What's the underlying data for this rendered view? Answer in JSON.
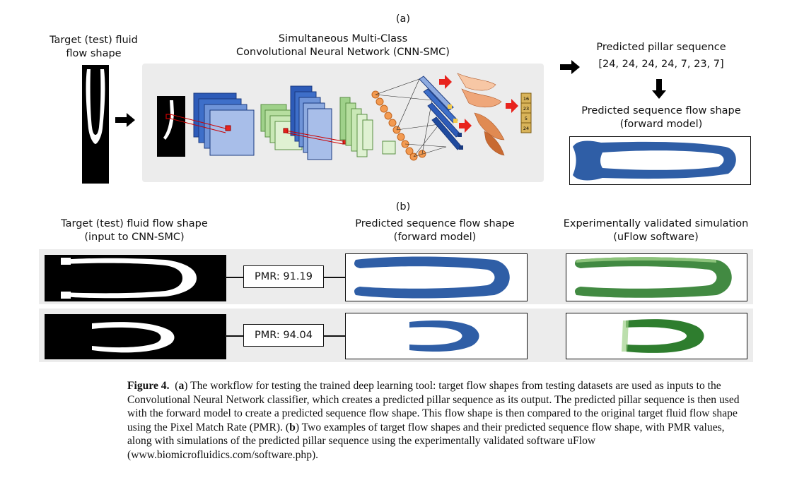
{
  "panel_a": {
    "letter": "(a)",
    "target_label_1": "Target (test) fluid",
    "target_label_2": "flow shape",
    "cnn_title_1": "Simultaneous Multi-Class",
    "cnn_title_2": "Convolutional Neural Network (CNN-SMC)",
    "pred_seq_title": "Predicted pillar sequence",
    "pred_seq_value": "[24, 24, 24, 24, 7, 23, 7]",
    "pred_flow_title_1": "Predicted sequence flow shape",
    "pred_flow_title_2": "(forward model)",
    "stack_labels": [
      "16",
      "23",
      "5",
      "24"
    ]
  },
  "panel_b": {
    "letter": "(b)",
    "col1_title_1": "Target (test) fluid flow shape",
    "col1_title_2": "(input to CNN-SMC)",
    "col2_title_1": "Predicted sequence flow shape",
    "col2_title_2": "(forward model)",
    "col3_title_1": "Experimentally validated simulation",
    "col3_title_2": "(uFlow software)",
    "rows": [
      {
        "pmr": "PMR: 91.19"
      },
      {
        "pmr": "PMR: 94.04"
      }
    ]
  },
  "caption": {
    "figure_label": "Figure 4.",
    "a_label": "a",
    "a_text": "The workflow for testing the trained deep learning tool: target flow shapes from testing datasets are used as inputs to the Convolutional Neural Network classifier, which creates a predicted pillar sequence as its output. The predicted pillar sequence is then used with the forward model to create a predicted sequence flow shape. This flow shape is then compared to the original target fluid flow shape using the Pixel Match Rate (PMR).",
    "b_label": "b",
    "b_text": "Two examples of target flow shapes and their predicted sequence flow shape, with PMR values, along with simulations of the predicted pillar sequence using the experimentally validated software uFlow (www.biomicrofluidics.com/software.php)."
  },
  "colors": {
    "blue_shape": "#2f5ea6",
    "green_shape": "#2e7d2e",
    "panel_gray": "#ececec",
    "arrow_red": "#e8231d"
  }
}
